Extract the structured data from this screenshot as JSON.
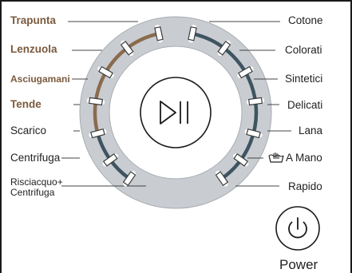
{
  "left_programs": [
    {
      "id": "trapunta",
      "label": "Trapunta",
      "style": "brown"
    },
    {
      "id": "lenzuola",
      "label": "Lenzuola",
      "style": "brown"
    },
    {
      "id": "asciugamani",
      "label": "Asciugamani",
      "style": "brown-small"
    },
    {
      "id": "tende",
      "label": "Tende",
      "style": "brown"
    },
    {
      "id": "scarico",
      "label": "Scarico",
      "style": "normal"
    },
    {
      "id": "centrifuga",
      "label": "Centrifuga",
      "style": "normal"
    },
    {
      "id": "risciacquo",
      "label_line1": "Risciacquo+",
      "label_line2": "Centrifuga",
      "style": "normal-small"
    }
  ],
  "right_programs": [
    {
      "id": "cotone",
      "label": "Cotone"
    },
    {
      "id": "colorati",
      "label": "Colorati"
    },
    {
      "id": "sintetici",
      "label": "Sintetici"
    },
    {
      "id": "delicati",
      "label": "Delicati"
    },
    {
      "id": "lana",
      "label": "Lana"
    },
    {
      "id": "a-mano",
      "label": "A Mano",
      "icon": "handwash-icon"
    },
    {
      "id": "rapido",
      "label": "Rapido"
    }
  ],
  "start_pause": {
    "icon": "play-pause-icon"
  },
  "power": {
    "label": "Power",
    "icon": "power-icon"
  },
  "colors": {
    "ring": "#c9cdd2",
    "ring_edge": "#9aa0a6",
    "left_arc": "#8b6b4e",
    "right_arc": "#3e5461",
    "brown_text": "#7a5a3e",
    "text": "#222222"
  }
}
